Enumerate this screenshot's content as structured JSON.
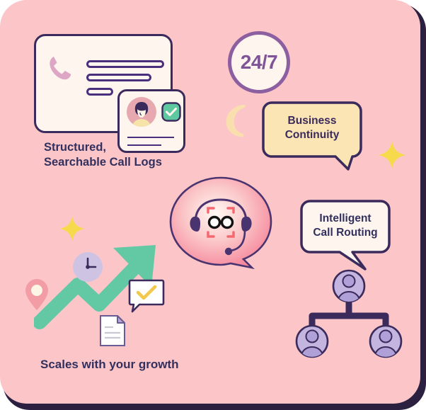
{
  "illustration": {
    "title": "Call management features illustration",
    "background_color": "#FCC6C9",
    "shadow_color": "#2B2040",
    "ink_color": "#3A2B5C"
  },
  "call_log_card": {
    "icon": "phone-icon",
    "fill": "#FEF6EE",
    "line_count": 3
  },
  "contact_card": {
    "avatar": "user-avatar-icon",
    "status": "verified-check-icon",
    "status_color": "#5EC9A0",
    "line_count": 2
  },
  "headings": {
    "call_logs": "Structured,\nSearchable Call Logs",
    "scales": "Scales with your growth"
  },
  "badge": {
    "label": "24/7",
    "ring_color": "#8B5FA0",
    "fill": "#FEF6EE"
  },
  "business_bubble": {
    "label": "Business\nContinuity",
    "fill": "#FBE5B4"
  },
  "routing_bubble": {
    "label": "Intelligent\nCall Routing",
    "fill": "#FEF6EE"
  },
  "bot": {
    "icon": "headset-bot-icon",
    "eyes": 2,
    "scan_frame_color": "#F4676F",
    "headset_color": "#4A3470",
    "bubble_gradient_from": "#FFF6F2",
    "bubble_gradient_to": "#F79AA8"
  },
  "org_chart": {
    "nodes": 3,
    "node_fill": "#C3B4E0",
    "connector_color": "#3A2B5C"
  },
  "decorations": {
    "moon": "crescent-moon-icon",
    "moon_color": "#FADFAE",
    "sparkle_large": "sparkle-icon",
    "sparkle_color": "#F7D94C",
    "sparkle_small": "sparkle-icon",
    "arrow": "growth-arrow-icon",
    "arrow_color": "#63C9A4",
    "clock": "clock-icon",
    "clock_color": "#CFC3E4",
    "map_pin": "map-pin-icon",
    "map_pin_color": "#F29CA6",
    "document": "document-icon",
    "check_bubble": "check-bubble-icon",
    "check_color": "#F2C94C"
  }
}
